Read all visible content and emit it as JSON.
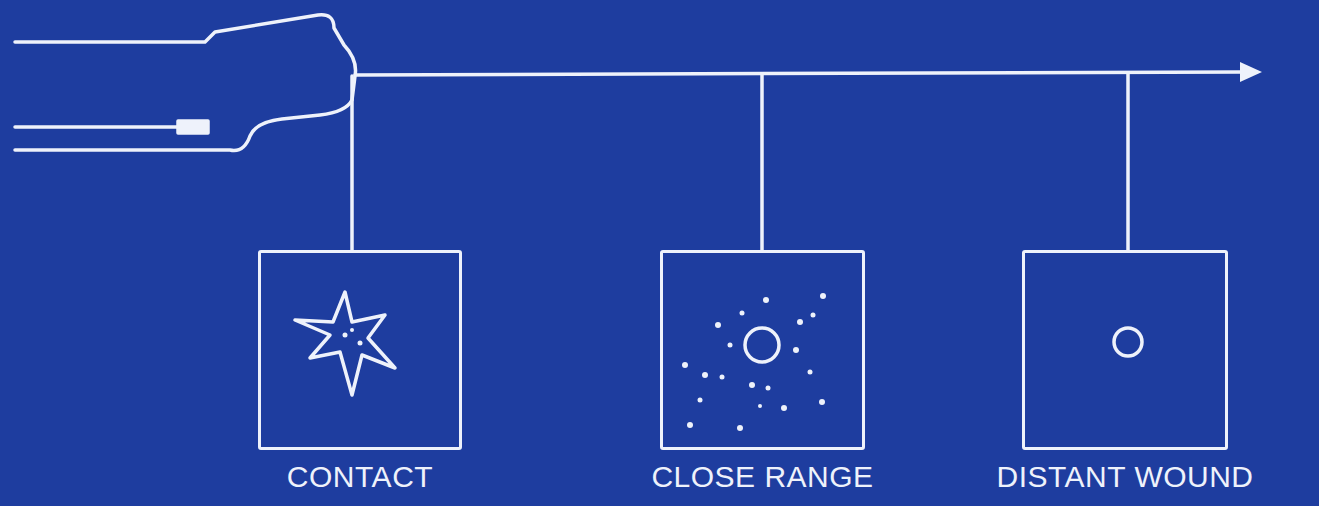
{
  "diagram": {
    "nodes": [
      {
        "text": [
          "CONTACT"
        ]
      },
      {
        "text": [
          "CLOSE RANGE"
        ]
      },
      {
        "text": [
          "DISTANT WOUND"
        ]
      }
    ]
  }
}
